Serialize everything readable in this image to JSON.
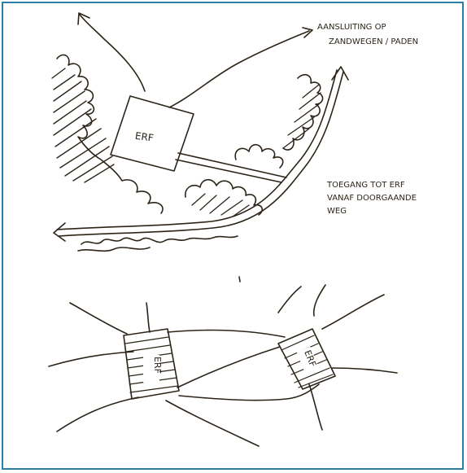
{
  "labels": {
    "erf_top": "ERF",
    "connection_line1": "AANSLUITING OP",
    "connection_line2": "ZANDWEGEN / PADEN",
    "access_line1": "TOEGANG TOT ERF",
    "access_line2": "VANAF DOORGAANDE",
    "access_line3": "WEG",
    "erf_bottom_left": "ERF",
    "erf_bottom_right": "ERF"
  },
  "colors": {
    "frame": "#2b7fa6",
    "ink": "#2c2418",
    "background": "#ffffff"
  }
}
